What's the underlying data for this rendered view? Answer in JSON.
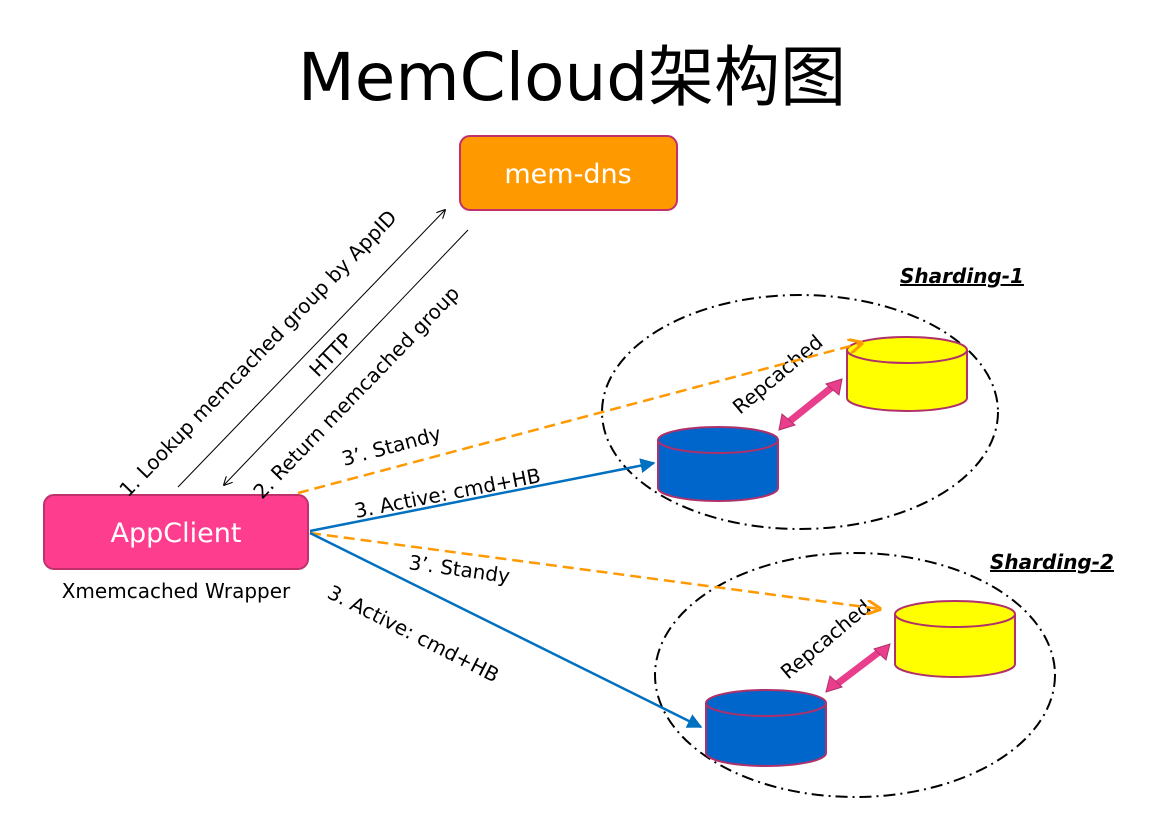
{
  "title": "MemCloud架构图",
  "nodes": {
    "memdns": {
      "label": "mem-dns",
      "color": "#ff9900"
    },
    "appclient": {
      "label": "AppClient",
      "color": "#ff3d8f",
      "note": "Xmemcached Wrapper"
    }
  },
  "edges": {
    "lookup": "1. Lookup memcached group  by AppID",
    "http": "HTTP",
    "return": "2. Return memcached group",
    "standby": "3’. Standy",
    "active": "3. Active: cmd+HB",
    "repcached": "Repcached"
  },
  "shardings": [
    {
      "label": "Sharding-1"
    },
    {
      "label": "Sharding-2"
    }
  ],
  "colors": {
    "active_line": "#0070c0",
    "standby_line": "#ff9900",
    "repcached_arrow": "#e83e8c",
    "primary_db": "#0066cc",
    "replica_db": "#ffff00",
    "db_border": "#b0306a"
  }
}
